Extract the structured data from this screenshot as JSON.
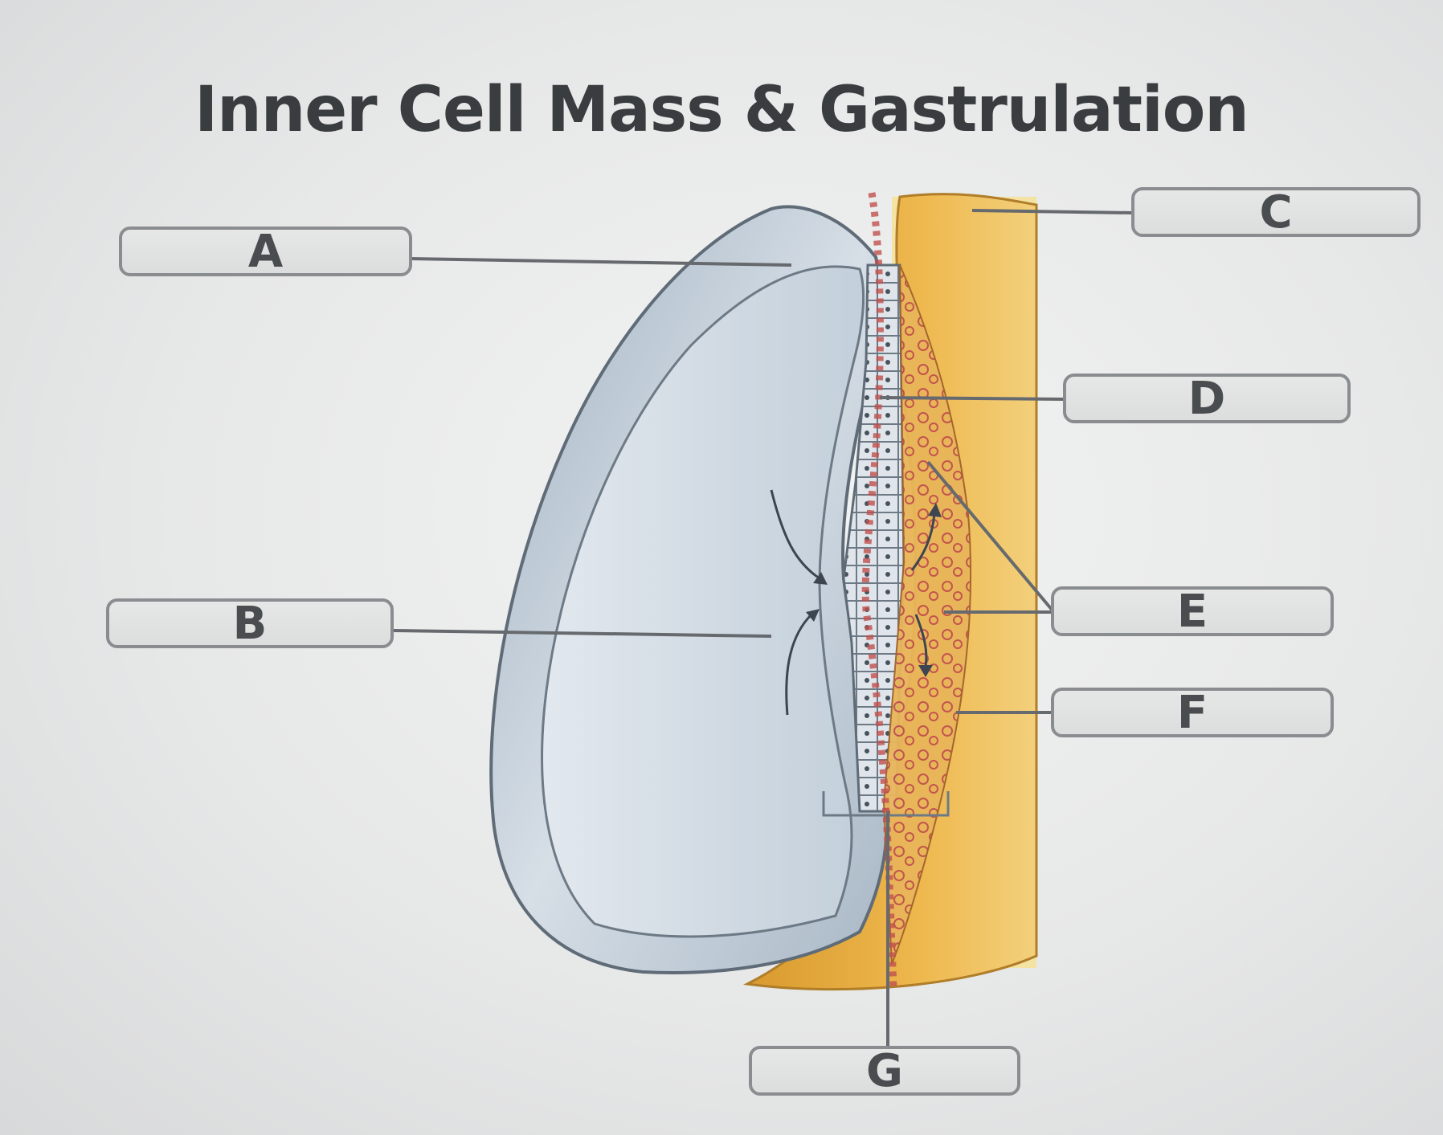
{
  "title": "Inner Cell Mass & Gastrulation",
  "labels": {
    "a": "A",
    "b": "B",
    "c": "C",
    "d": "D",
    "e": "E",
    "f": "F",
    "g": "G"
  },
  "colors": {
    "amnion_blue": "#b9c6d2",
    "yolk_yellow": "#e8b84a",
    "primitive_streak_red": "#c0504d"
  }
}
